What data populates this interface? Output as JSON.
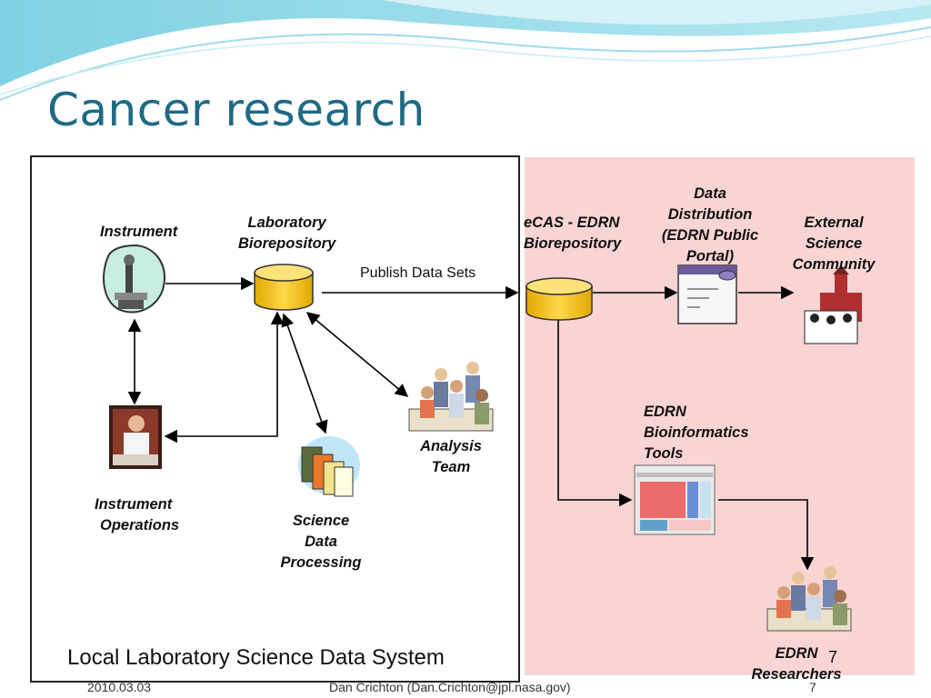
{
  "slide": {
    "title": "Cancer research",
    "system_label": "Local Laboratory Science Data System",
    "footer": {
      "date": "2010.03.03",
      "author": "Dan Crichton (Dan.Crichton@jpl.nasa.gov)",
      "page": "7",
      "page_overlay": "7"
    }
  },
  "nodes": {
    "instrument": "Instrument",
    "lab_repo_1": "Laboratory",
    "lab_repo_2": "Biorepository",
    "instrument_ops_1": "Instrument",
    "instrument_ops_2": "Operations",
    "science_proc_1": "Science",
    "science_proc_2": "Data",
    "science_proc_3": "Processing",
    "analysis_1": "Analysis",
    "analysis_2": "Team",
    "ecas_1": "eCAS - EDRN",
    "ecas_2": "Biorepository",
    "dist_1": "Data",
    "dist_2": "Distribution",
    "dist_3": "(EDRN Public",
    "dist_4": "Portal)",
    "ext_1": "External",
    "ext_2": "Science",
    "ext_3": "Community",
    "bioinf_1": "EDRN",
    "bioinf_2": "Bioinformatics",
    "bioinf_3": "Tools",
    "researchers_1": "EDRN",
    "researchers_2": "Researchers"
  },
  "edges": {
    "publish": "Publish Data Sets"
  },
  "colors": {
    "title": "#1e6a85",
    "pink_region": "#f9d4d4",
    "cylinder": "#f5c21b"
  }
}
